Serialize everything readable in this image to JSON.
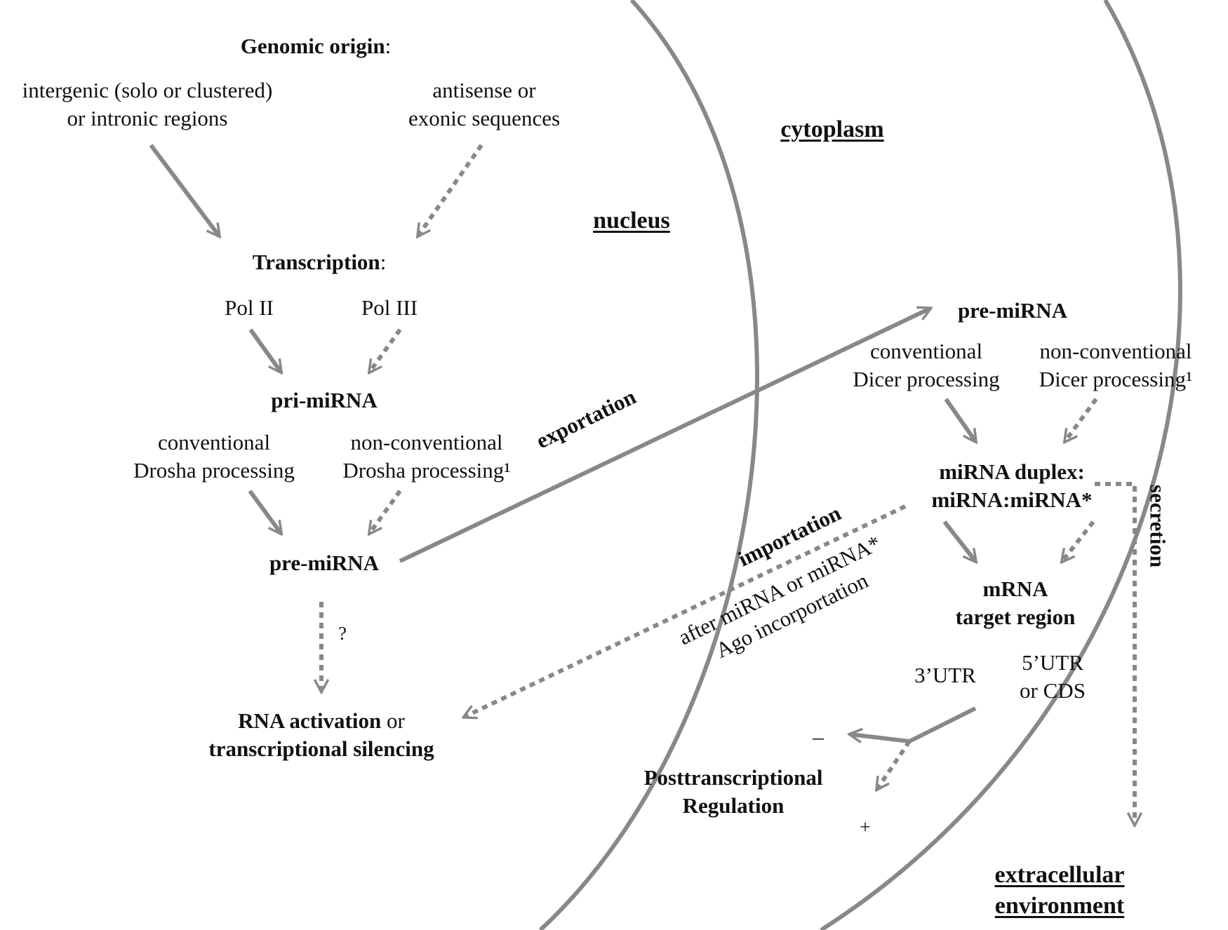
{
  "compartments": {
    "nucleus": "nucleus",
    "cytoplasm": "cytoplasm",
    "extracellular_line1": "extracellular",
    "extracellular_line2": "environment"
  },
  "genomic_origin": {
    "title": "Genomic origin",
    "colon": ":",
    "intergenic_line1": "intergenic (solo or clustered)",
    "intergenic_line2": "or intronic regions",
    "antisense_line1": "antisense or",
    "antisense_line2": "exonic sequences"
  },
  "transcription": {
    "title": "Transcription",
    "colon": ":",
    "pol2": "Pol II",
    "pol3": "Pol III"
  },
  "pri_mirna": "pri-miRNA",
  "drosha": {
    "conv_line1": "conventional",
    "conv_line2": "Drosha processing",
    "nonconv_line1": "non-conventional",
    "nonconv_line2": "Drosha processing¹"
  },
  "pre_mirna_nuclear": "pre-miRNA",
  "question_mark": "?",
  "rna_activation": {
    "bold1": "RNA activation",
    "or": " or",
    "bold2": "transcriptional silencing"
  },
  "exportation": "exportation",
  "importation": "importation",
  "ago_note_line1": "after miRNA or miRNA*",
  "ago_note_line2": "Ago incorportation",
  "pre_mirna_cyto": "pre-miRNA",
  "dicer": {
    "conv_line1": "conventional",
    "conv_line2": "Dicer processing",
    "nonconv_line1": "non-conventional",
    "nonconv_line2": "Dicer processing¹"
  },
  "duplex_line1": "miRNA duplex:",
  "duplex_line2": "miRNA:miRNA*",
  "secretion": "secretion",
  "mrna_line1": "mRNA",
  "mrna_line2": "target region",
  "utr3": "3’UTR",
  "utr5_line1": "5’UTR",
  "utr5_line2": "or CDS",
  "minus": "–",
  "plus": "+",
  "posttrans_line1": "Posttranscriptional",
  "posttrans_line2": "Regulation",
  "colors": {
    "stroke": "#888888",
    "text": "#111111"
  }
}
